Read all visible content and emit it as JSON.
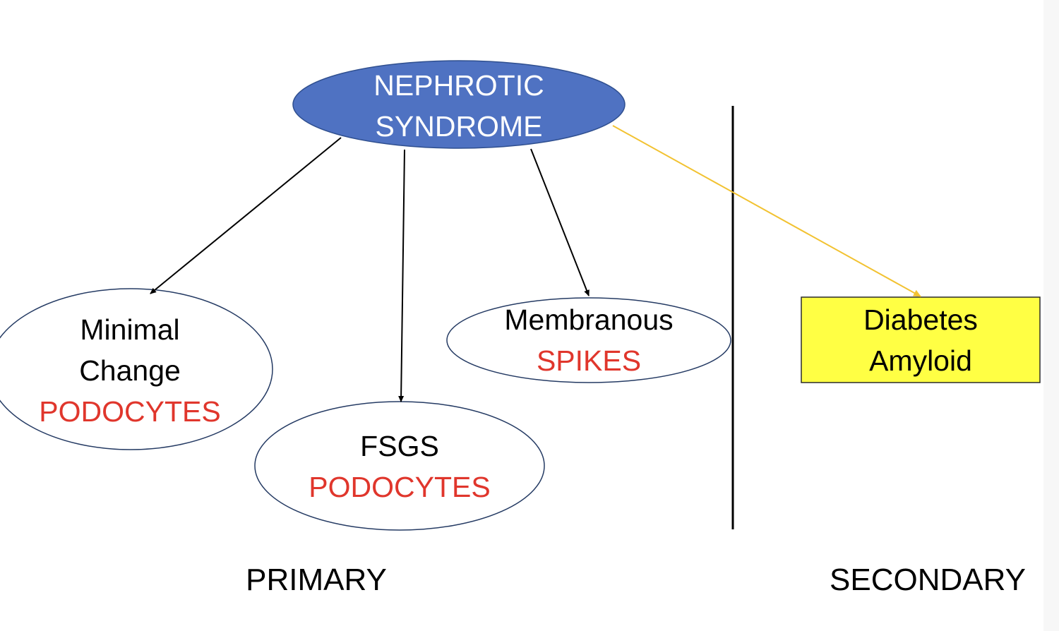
{
  "root": {
    "line1": "NEPHROTIC",
    "line2": "SYNDROME"
  },
  "nodes": {
    "minimal_change": {
      "line1": "Minimal",
      "line2": "Change",
      "finding": "PODOCYTES"
    },
    "fsgs": {
      "name": "FSGS",
      "finding": "PODOCYTES"
    },
    "membranous": {
      "name": "Membranous",
      "finding": "SPIKES"
    },
    "secondary_box": {
      "line1": "Diabetes",
      "line2": "Amyloid"
    }
  },
  "sections": {
    "primary": "PRIMARY",
    "secondary": "SECONDARY"
  },
  "colors": {
    "root_fill": "#4f72c2",
    "root_stroke": "#2f4f8f",
    "node_stroke": "#243a63",
    "finding_text": "#e0362c",
    "secondary_box_fill": "#ffff44",
    "secondary_arrow": "#f2c231",
    "primary_arrow": "#000000"
  }
}
